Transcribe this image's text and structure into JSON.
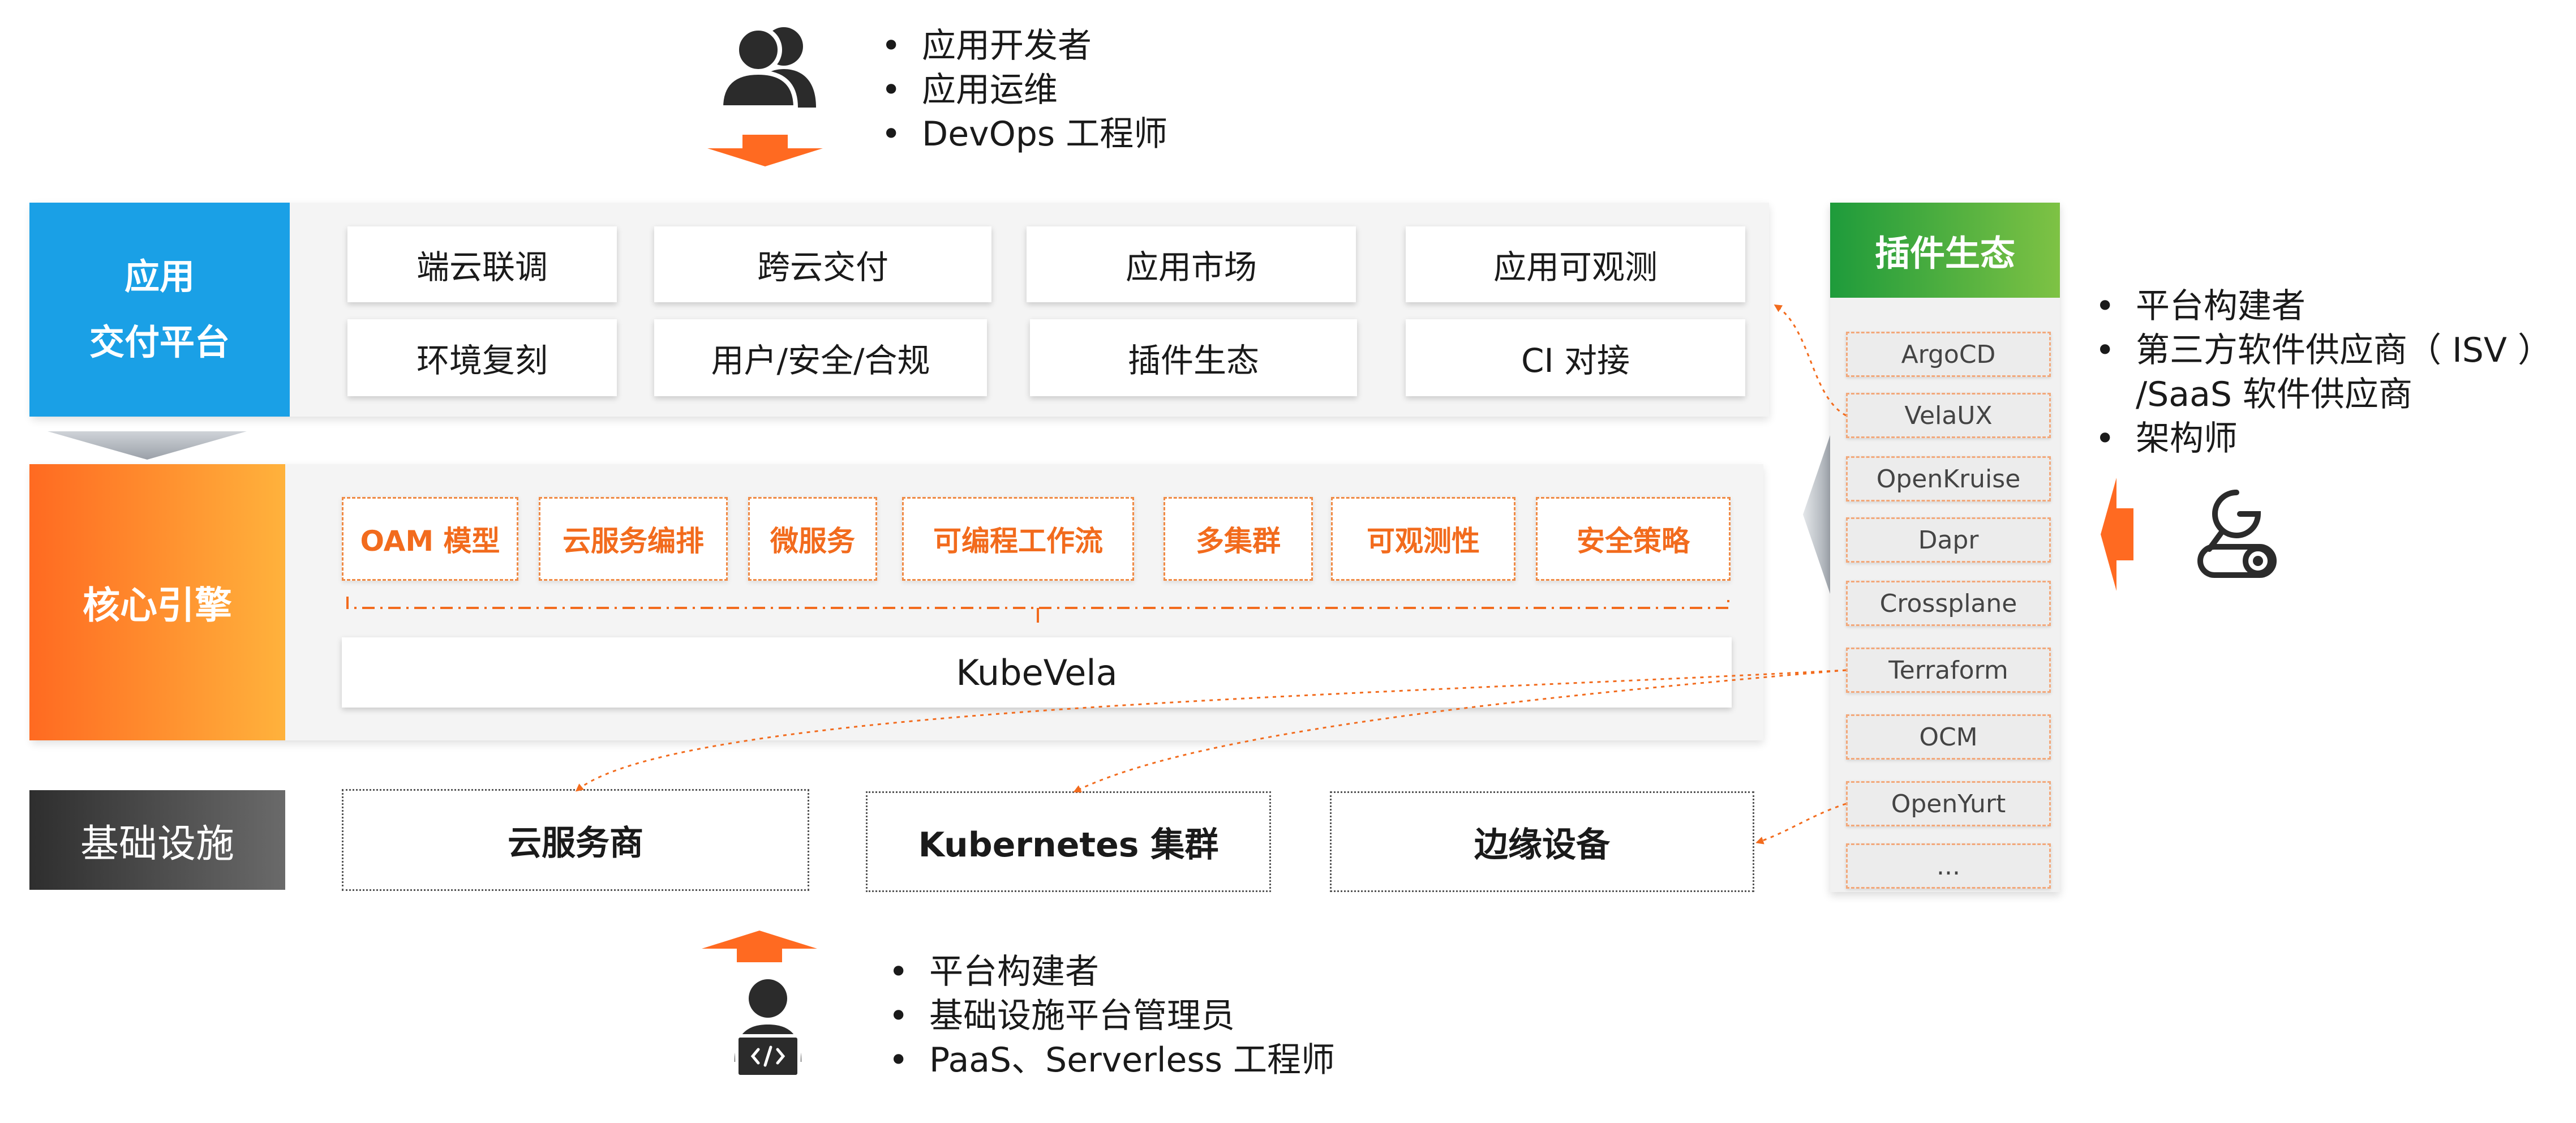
{
  "top_users": [
    "应用开发者",
    "应用运维",
    "DevOps 工程师"
  ],
  "right_users": [
    "平台构建者",
    "第三方软件供应商（ ISV ）",
    "/SaaS 软件供应商",
    "架构师"
  ],
  "bottom_users": [
    "平台构建者",
    "基础设施平台管理员",
    "PaaS、Serverless 工程师"
  ],
  "delivery": {
    "label_line1": "应用",
    "label_line2": "交付平台",
    "row1": [
      "端云联调",
      "跨云交付",
      "应用市场",
      "应用可观测"
    ],
    "row2": [
      "环境复刻",
      "用户/安全/合规",
      "插件生态",
      "CI 对接"
    ]
  },
  "core": {
    "label": "核心引擎",
    "tags": [
      "OAM 模型",
      "云服务编排",
      "微服务",
      "可编程工作流",
      "多集群",
      "可观测性",
      "安全策略"
    ],
    "engine": "KubeVela"
  },
  "infra": {
    "label": "基础设施",
    "items": [
      "云服务商",
      "Kubernetes 集群",
      "边缘设备"
    ]
  },
  "plugins": {
    "title": "插件生态",
    "items": [
      "ArgoCD",
      "VelaUX",
      "OpenKruise",
      "Dapr",
      "Crossplane",
      "Terraform",
      "OCM",
      "OpenYurt",
      "..."
    ]
  },
  "colors": {
    "blue": "#1aa0e6",
    "orange": "#ff6a21",
    "amber": "#ffb23c",
    "green": "#2faa4a",
    "dark": "#333333",
    "arrow": "#ff6a21"
  },
  "icons": [
    "users-icon",
    "gear-user-icon",
    "developer-icon"
  ]
}
